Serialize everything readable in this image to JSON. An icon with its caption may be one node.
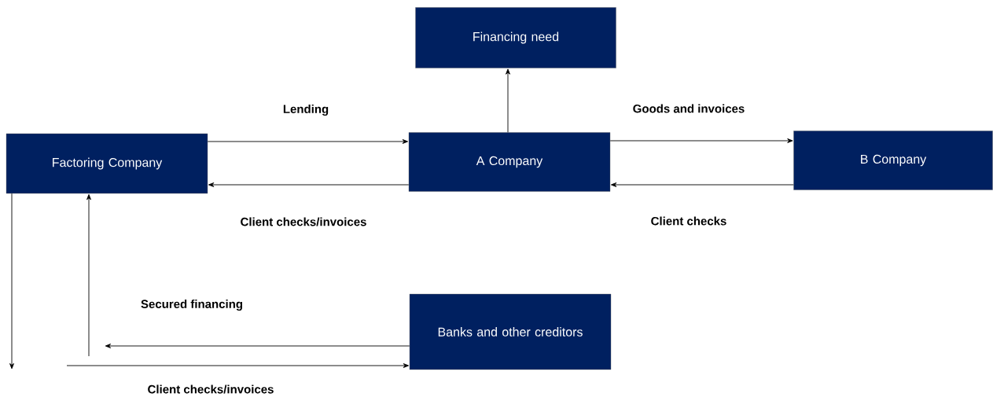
{
  "diagram": {
    "nodes": [
      {
        "text": [
          "Financing need"
        ]
      },
      {
        "text": [
          "Factoring Company"
        ]
      },
      {
        "text": [
          "A Company"
        ]
      },
      {
        "text": [
          "B Company"
        ]
      },
      {
        "text": [
          "Banks and other creditors"
        ]
      }
    ],
    "edges": [
      {
        "from": 1,
        "to": 2,
        "arrow": "to",
        "label": "Lending"
      },
      {
        "from": 2,
        "to": 1,
        "arrow": "to",
        "label": "Client checks/invoices"
      },
      {
        "from": 2,
        "to": 0,
        "arrow": "to"
      },
      {
        "from": 2,
        "to": 3,
        "arrow": "to",
        "label": "Goods and invoices"
      },
      {
        "from": 3,
        "to": 2,
        "arrow": "to",
        "label": "Client checks"
      },
      {
        "from": 1,
        "to": null,
        "arrow": "to"
      },
      {
        "from": null,
        "to": 1,
        "arrow": "to"
      },
      {
        "from": 4,
        "to": null,
        "arrow": "to",
        "label": "Secured financing"
      },
      {
        "from": null,
        "to": 4,
        "arrow": "to",
        "label": "Client checks/invoices"
      }
    ]
  }
}
